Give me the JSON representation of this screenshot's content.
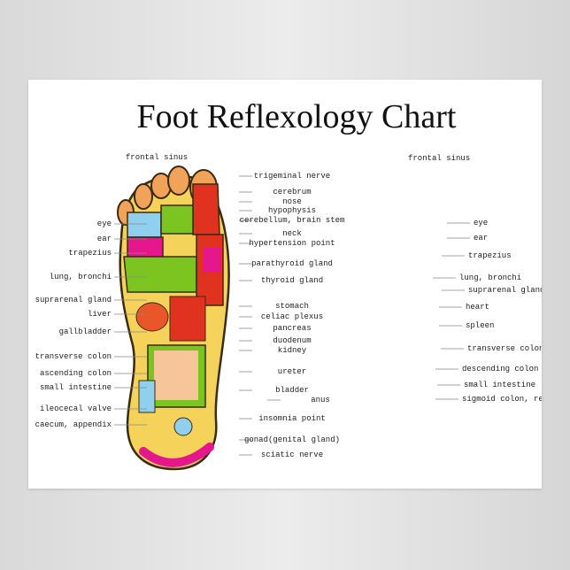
{
  "title": "Foot Reflexology Chart",
  "left_labels": [
    "frontal sinus",
    "eye",
    "ear",
    "trapezius",
    "lung, bronchi",
    "suprarenal gland",
    "liver",
    "gallbladder",
    "transverse colon",
    "ascending colon",
    "small intestine",
    "ileocecal valve",
    "caecum, appendix"
  ],
  "center_labels": [
    "trigeminal nerve",
    "cerebrum",
    "nose",
    "hypophysis",
    "cerebellum, brain stem",
    "neck",
    "hypertension point",
    "parathyroid gland",
    "thyroid gland",
    "stomach",
    "celiac plexus",
    "pancreas",
    "duodenum",
    "kidney",
    "ureter",
    "bladder",
    "anus",
    "insomnia point",
    "gonad(genital gland)",
    "sciatic nerve"
  ],
  "right_labels": [
    "frontal sinus",
    "eye",
    "ear",
    "trapezius",
    "lung, bronchi",
    "suprarenal gland",
    "heart",
    "spleen",
    "transverse colon",
    "descending colon",
    "small intestine",
    "sigmoid colon, rec"
  ],
  "colors": {
    "foot_base": "#f5d35a",
    "zone_green": "#7cc520",
    "zone_red": "#e0321e",
    "zone_magenta": "#e6168c",
    "zone_blue": "#8fd0ee",
    "outline": "#3a2a10"
  }
}
